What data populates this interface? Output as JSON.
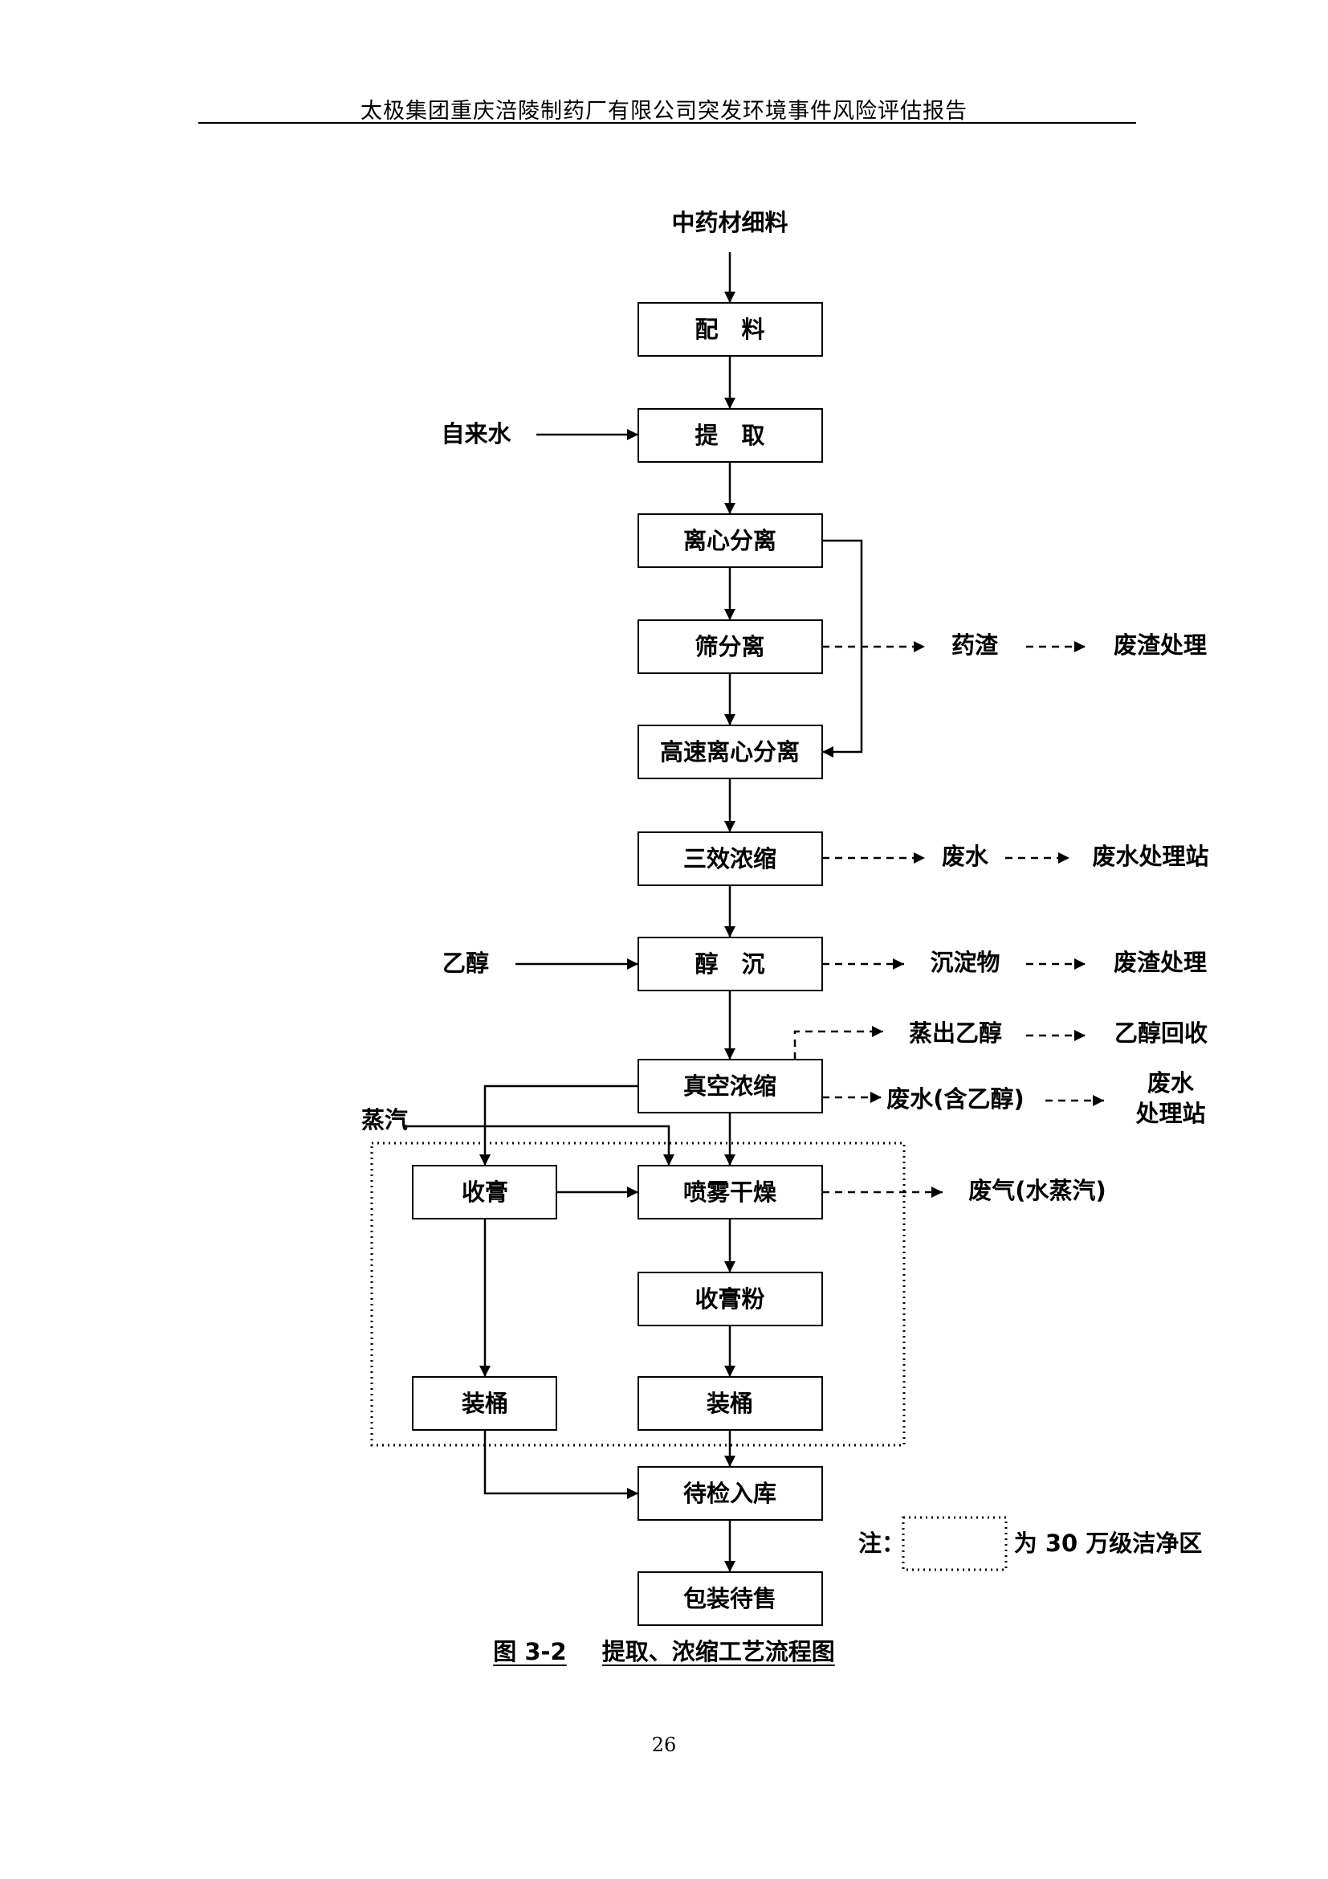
{
  "header": {
    "title": "太极集团重庆涪陵制药厂有限公司突发环境事件风险评估报告"
  },
  "flow": {
    "input_material": "中药材细料",
    "nodes": {
      "peiliao": "配　料",
      "tiqu": "提　取",
      "lixin": "离心分离",
      "shai": "筛分离",
      "gaosu": "高速离心分离",
      "sanxiao": "三效浓缩",
      "chunchen": "醇　沉",
      "zhenkong": "真空浓缩",
      "shougao": "收膏",
      "penwu": "喷雾干燥",
      "shougaofen": "收膏粉",
      "zhuangtong_left": "装桶",
      "zhuangtong_right": "装桶",
      "daijian": "待检入库",
      "baozhuang": "包装待售"
    },
    "inputs": {
      "water": "自来水",
      "ethanol": "乙醇",
      "steam": "蒸汽"
    },
    "outputs": {
      "yaozha": "药渣",
      "yaozha_treatment": "废渣处理",
      "wastewater": "废水",
      "wastewater_treatment": "废水处理站",
      "precipitate": "沉淀物",
      "precipitate_treatment": "废渣处理",
      "ethanol_out": "蒸出乙醇",
      "ethanol_recovery": "乙醇回收",
      "wastewater_ethanol": "废水(含乙醇)",
      "ww_treatment_line1": "废水",
      "ww_treatment_line2": "处理站",
      "exhaust": "废气(水蒸汽)"
    },
    "note": {
      "prefix": "注：",
      "text": "为 30 万级洁净区"
    }
  },
  "caption": {
    "number": "图 3-2",
    "title": "提取、浓缩工艺流程图"
  },
  "page_number": "26"
}
